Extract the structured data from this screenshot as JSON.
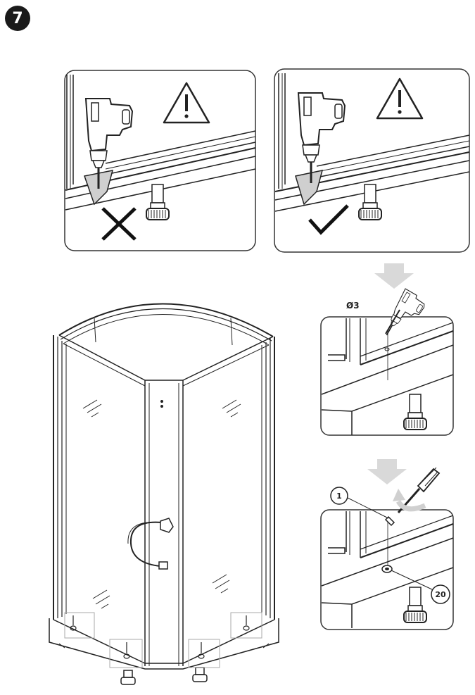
{
  "step": {
    "number": "7"
  },
  "colors": {
    "badge_bg": "#1a1a1a",
    "badge_fg": "#ffffff",
    "line": "#222222",
    "arrow": "#d9d9d9",
    "panel_border": "#333333"
  },
  "panels": {
    "wrong": {
      "icon": "cross-icon",
      "warning_glyph": "!"
    },
    "correct": {
      "icon": "check-icon",
      "warning_glyph": "!"
    }
  },
  "detail_drill": {
    "label": "Ø3"
  },
  "detail_screw": {
    "part_a": "1",
    "part_b": "20"
  },
  "icons": [
    "warning-icon",
    "drill-icon",
    "screwdriver-icon",
    "arrow-down-icon",
    "cross-icon",
    "check-icon"
  ]
}
